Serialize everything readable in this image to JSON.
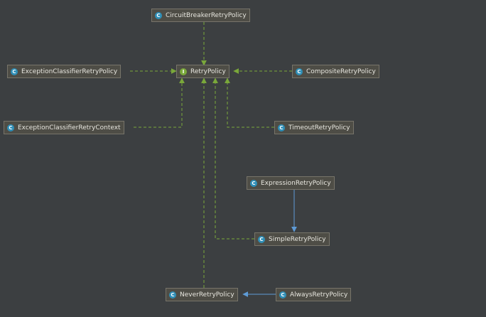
{
  "colors": {
    "background": "#3c3f41",
    "implements_edge": "#7aa83a",
    "extends_edge": "#5e9bd6"
  },
  "nodes": {
    "circuit_breaker": {
      "label": "CircuitBreakerRetryPolicy",
      "kind": "class",
      "badge": "C",
      "icon": "class-icon"
    },
    "retry_policy": {
      "label": "RetryPolicy",
      "kind": "interface",
      "badge": "I",
      "icon": "interface-icon"
    },
    "exception_classifier": {
      "label": "ExceptionClassifierRetryPolicy",
      "kind": "class",
      "badge": "C",
      "icon": "class-icon"
    },
    "composite": {
      "label": "CompositeRetryPolicy",
      "kind": "class",
      "badge": "C",
      "icon": "class-icon"
    },
    "exception_classifier_context": {
      "label": "ExceptionClassifierRetryContext",
      "kind": "class",
      "badge": "C",
      "icon": "class-icon"
    },
    "timeout": {
      "label": "TimeoutRetryPolicy",
      "kind": "class",
      "badge": "C",
      "icon": "class-icon"
    },
    "expression": {
      "label": "ExpressionRetryPolicy",
      "kind": "class",
      "badge": "C",
      "icon": "class-icon"
    },
    "simple": {
      "label": "SimpleRetryPolicy",
      "kind": "class",
      "badge": "C",
      "icon": "class-icon"
    },
    "never": {
      "label": "NeverRetryPolicy",
      "kind": "class",
      "badge": "C",
      "icon": "class-icon"
    },
    "always": {
      "label": "AlwaysRetryPolicy",
      "kind": "class",
      "badge": "C",
      "icon": "class-icon"
    }
  },
  "edges": [
    {
      "from": "circuit_breaker",
      "to": "retry_policy",
      "type": "implements"
    },
    {
      "from": "exception_classifier",
      "to": "retry_policy",
      "type": "implements"
    },
    {
      "from": "composite",
      "to": "retry_policy",
      "type": "implements"
    },
    {
      "from": "exception_classifier_context",
      "to": "retry_policy",
      "type": "implements"
    },
    {
      "from": "timeout",
      "to": "retry_policy",
      "type": "implements"
    },
    {
      "from": "simple",
      "to": "retry_policy",
      "type": "implements"
    },
    {
      "from": "never",
      "to": "retry_policy",
      "type": "implements"
    },
    {
      "from": "expression",
      "to": "simple",
      "type": "extends"
    },
    {
      "from": "always",
      "to": "never",
      "type": "extends"
    }
  ]
}
